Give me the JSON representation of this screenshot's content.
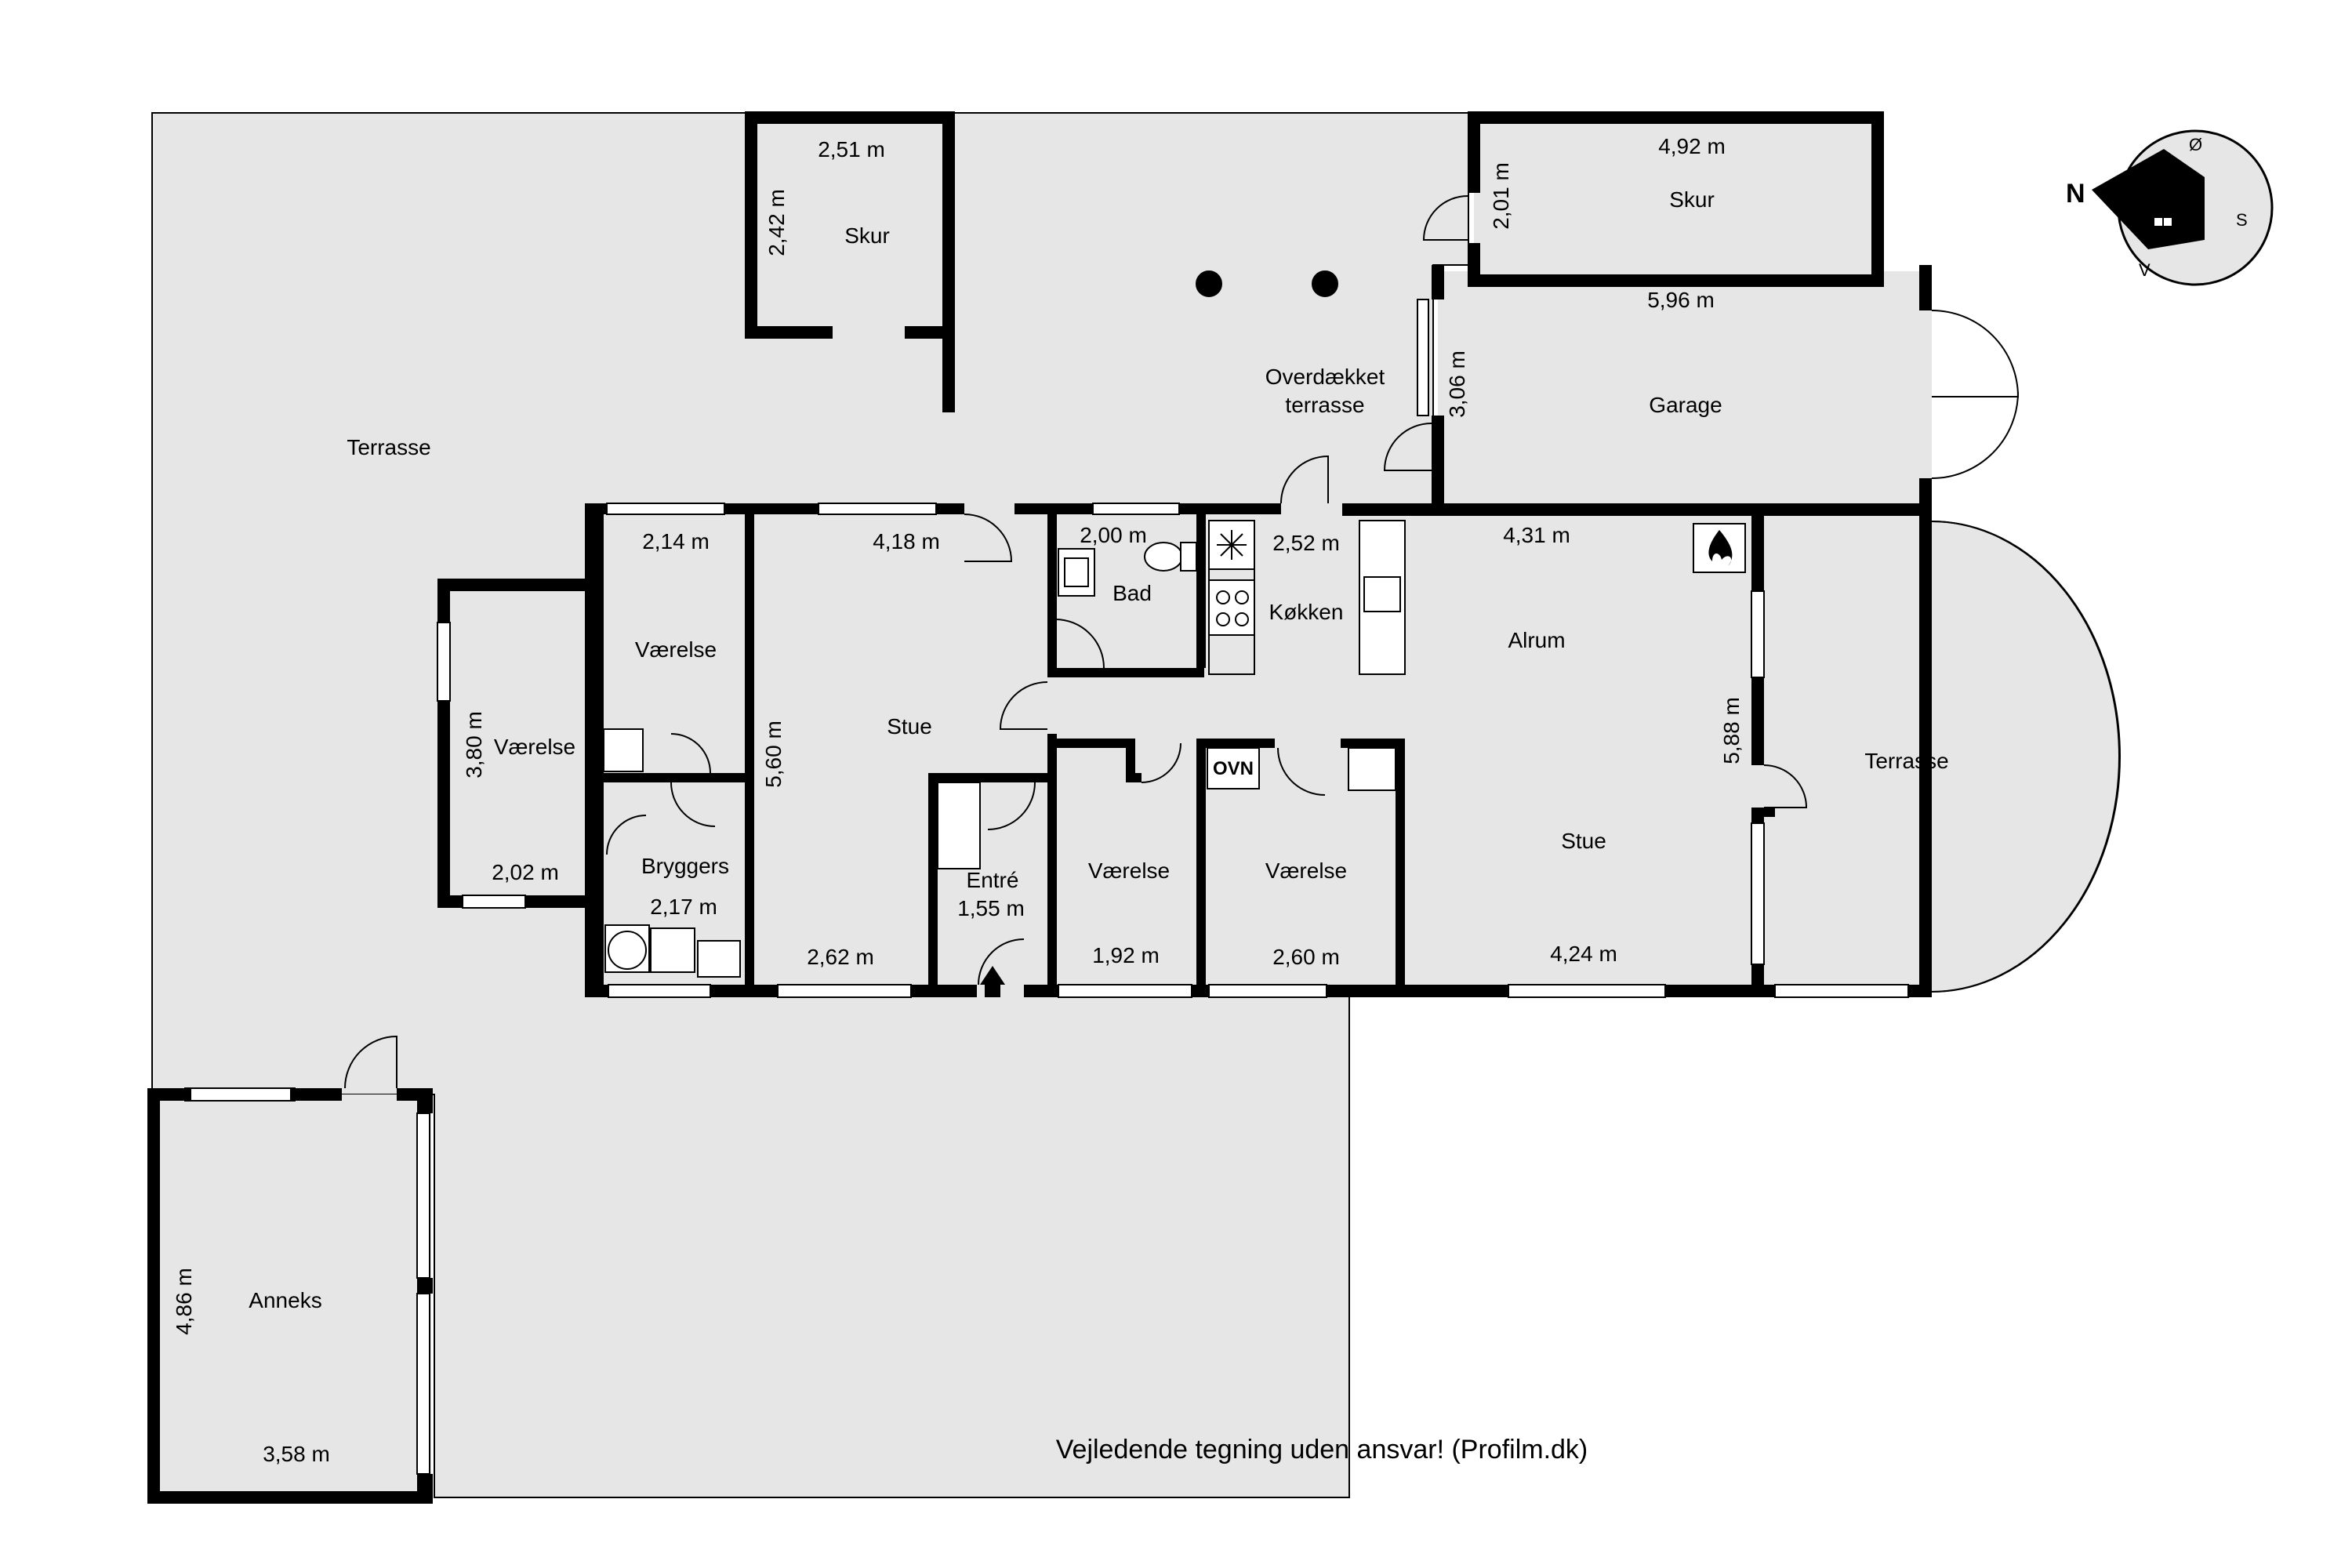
{
  "rooms": {
    "terrasse_main": "Terrasse",
    "skur_left": "Skur",
    "skur_right": "Skur",
    "overdaekket_line1": "Overdækket",
    "overdaekket_line2": "terrasse",
    "garage": "Garage",
    "vaerelse_top": "Værelse",
    "vaerelse_left": "Værelse",
    "bryggers": "Bryggers",
    "stue_left": "Stue",
    "bad": "Bad",
    "koekken": "Køkken",
    "alrum": "Alrum",
    "stue_right": "Stue",
    "terrasse_right": "Terrasse",
    "entre": "Entré",
    "vaerelse_b1": "Værelse",
    "vaerelse_b2": "Værelse",
    "anneks": "Anneks"
  },
  "dimensions": {
    "skur_left_w": "2,51 m",
    "skur_left_h": "2,42 m",
    "skur_right_w": "4,92 m",
    "skur_right_h": "2,01 m",
    "garage_w": "5,96 m",
    "garage_h": "3,06 m",
    "vaerelse_top_w": "2,14 m",
    "stue_left_w": "4,18 m",
    "stue_left_h": "5,60 m",
    "bad_w": "2,00 m",
    "koekken_w": "2,52 m",
    "alrum_w": "4,31 m",
    "alrum_h": "5,88 m",
    "vaerelse_left_h": "3,80 m",
    "vaerelse_left_w": "2,02 m",
    "bryggers_w": "2,17 m",
    "stue_left_bottom": "2,62 m",
    "entre_w": "1,55 m",
    "vaerelse_b1_w": "1,92 m",
    "vaerelse_b2_w": "2,60 m",
    "stue_right_w": "4,24 m",
    "anneks_h": "4,86 m",
    "anneks_w": "3,58 m"
  },
  "symbols": {
    "oven": "OVN",
    "fireplace_icon": "fireplace-icon",
    "freezer_icon": "snowflake-icon",
    "entrance_icon": "entrance-arrow-icon"
  },
  "compass": {
    "north": "N",
    "east": "Ø",
    "south": "S",
    "west": "V"
  },
  "disclaimer": "Vejledende tegning uden ansvar! (Profilm.dk)",
  "colors": {
    "floor": "#e6e6e6",
    "wall": "#000000",
    "background": "#ffffff"
  }
}
